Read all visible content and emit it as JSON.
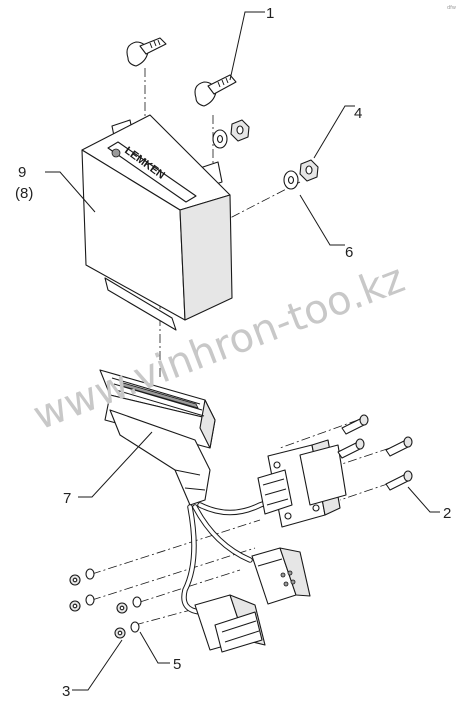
{
  "page_corner_mark": "dfw",
  "logo_text": "LEMKEN",
  "watermark": "www.vinhron-too.kz",
  "callouts": {
    "c1": "1",
    "c2": "2",
    "c3": "3",
    "c4": "4",
    "c5": "5",
    "c6": "6",
    "c7": "7",
    "c9": "9",
    "c8": "(8)"
  }
}
